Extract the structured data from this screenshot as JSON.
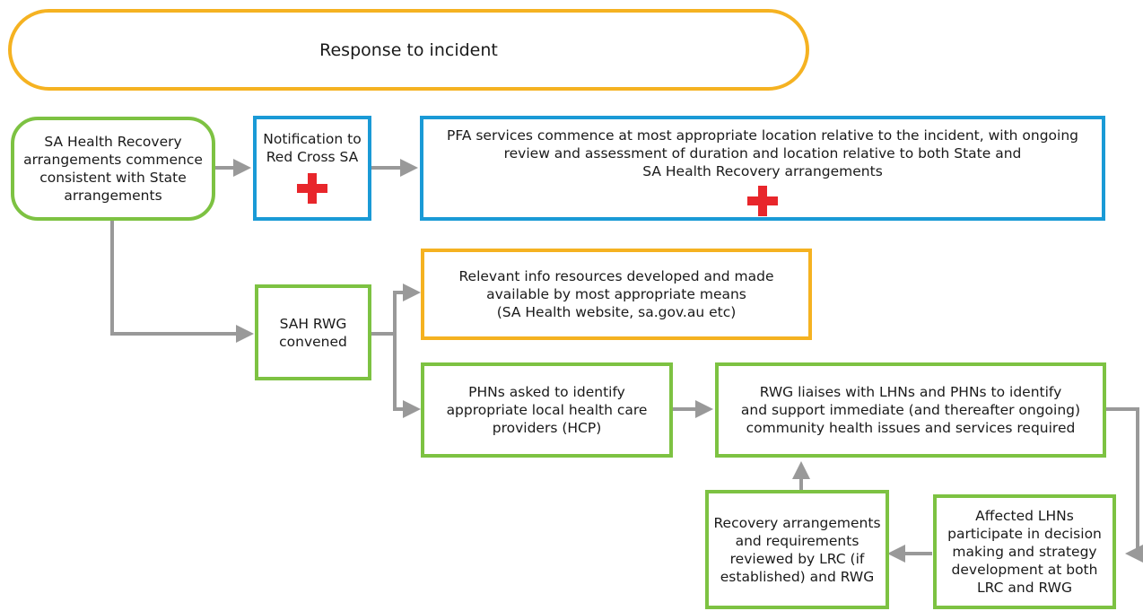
{
  "colors": {
    "green": "#7dc242",
    "blue": "#1a9ad6",
    "orange": "#f5b221",
    "arrow": "#999999",
    "cross": "#e8262b"
  },
  "header": {
    "title": "Response to incident"
  },
  "nodes": {
    "sa_health": {
      "lines": [
        "SA Health Recovery",
        "arrangements commence",
        "consistent with State",
        "arrangements"
      ]
    },
    "notification": {
      "lines": [
        "Notification to",
        "Red Cross SA"
      ],
      "icon": "red-cross-icon"
    },
    "pfa": {
      "lines": [
        "PFA services commence at most appropriate location relative to the incident, with ongoing",
        "review and assessment of duration and location relative to both State and",
        "SA Health Recovery arrangements"
      ],
      "icon": "red-cross-icon"
    },
    "info": {
      "lines": [
        "Relevant info resources developed and made",
        "available by most appropriate means",
        "(SA Health website, sa.gov.au etc)"
      ]
    },
    "sah_rwg": {
      "lines": [
        "SAH RWG",
        "convened"
      ]
    },
    "phns": {
      "lines": [
        "PHNs asked to identify",
        "appropriate local health care",
        "providers (HCP)"
      ]
    },
    "rwg_liaises": {
      "lines": [
        "RWG liaises with LHNs and PHNs to identify",
        "and support immediate (and thereafter ongoing)",
        "community health issues and services required"
      ]
    },
    "recovery": {
      "lines": [
        "Recovery arrangements",
        "and requirements",
        "reviewed by LRC (if",
        "established) and RWG"
      ]
    },
    "affected": {
      "lines": [
        "Affected LHNs",
        "participate in decision",
        "making and strategy",
        "development at both",
        "LRC and RWG"
      ]
    }
  }
}
